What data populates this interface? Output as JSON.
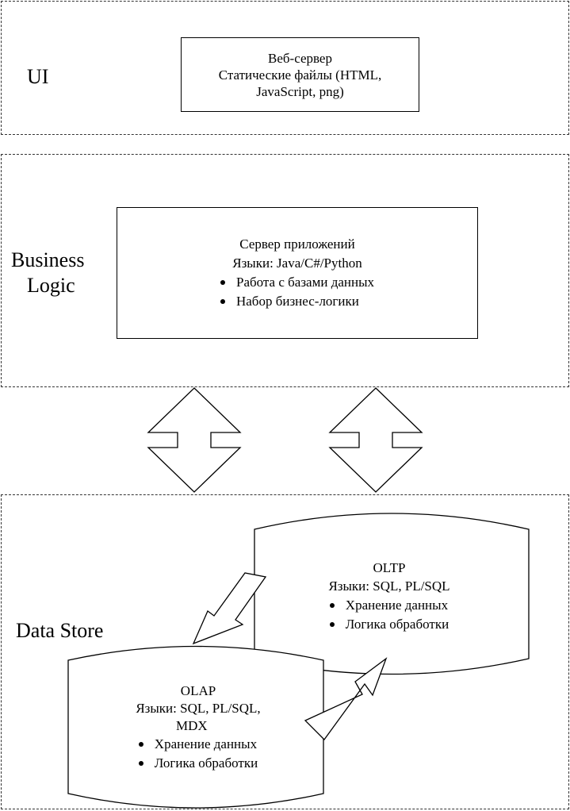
{
  "layers": {
    "ui": {
      "label": "UI"
    },
    "business_logic": {
      "label_line1": "Business",
      "label_line2": "Logic"
    },
    "data_store": {
      "label": "Data Store"
    }
  },
  "web_server": {
    "line1": "Веб-сервер",
    "line2": "Статические файлы (HTML,",
    "line3": "JavaScript, png)"
  },
  "app_server": {
    "line1": "Сервер приложений",
    "line2": "Языки: Java/C#/Python",
    "bullets": [
      "Работа с базами данных",
      "Набор бизнес-логики"
    ]
  },
  "oltp": {
    "title": "OLTP",
    "languages": "Языки: SQL, PL/SQL",
    "bullets": [
      "Хранение данных",
      "Логика обработки"
    ]
  },
  "olap": {
    "title": "OLAP",
    "languages_line1": "Языки: SQL, PL/SQL,",
    "languages_line2": "MDX",
    "bullets": [
      "Хранение данных",
      "Логика обработки"
    ]
  }
}
